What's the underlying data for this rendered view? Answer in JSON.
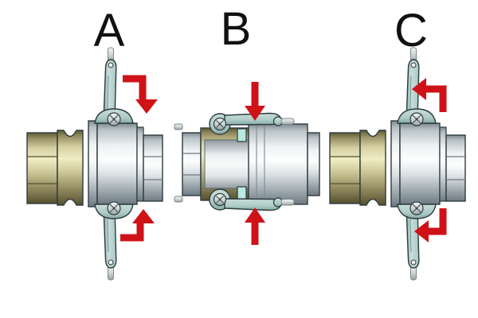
{
  "figure": {
    "panels": [
      {
        "id": "A",
        "label": "A",
        "icons": {
          "top_arrow": "rotate-right-then-down-arrow",
          "bottom_arrow": "rotate-right-then-up-arrow"
        }
      },
      {
        "id": "B",
        "label": "B",
        "icons": {
          "top_arrow": "press-down-arrow",
          "bottom_arrow": "press-up-arrow"
        }
      },
      {
        "id": "C",
        "label": "C",
        "icons": {
          "top_arrow": "rotate-up-then-left-arrow",
          "bottom_arrow": "rotate-down-then-left-arrow"
        }
      }
    ]
  },
  "colors": {
    "background": "#ffffff",
    "label": "#111111",
    "arrow": "#cf1217",
    "outline": "#2e3b3e",
    "arm_mid": "#b4d0cc",
    "arm_dark": "#6f9894",
    "adapter_mid": "#b2ab7c",
    "body_mid": "#ccd4d8",
    "gasket": "#b9eae2",
    "pin_mid": "#cfd6d6",
    "hole": "#eef4f3"
  }
}
